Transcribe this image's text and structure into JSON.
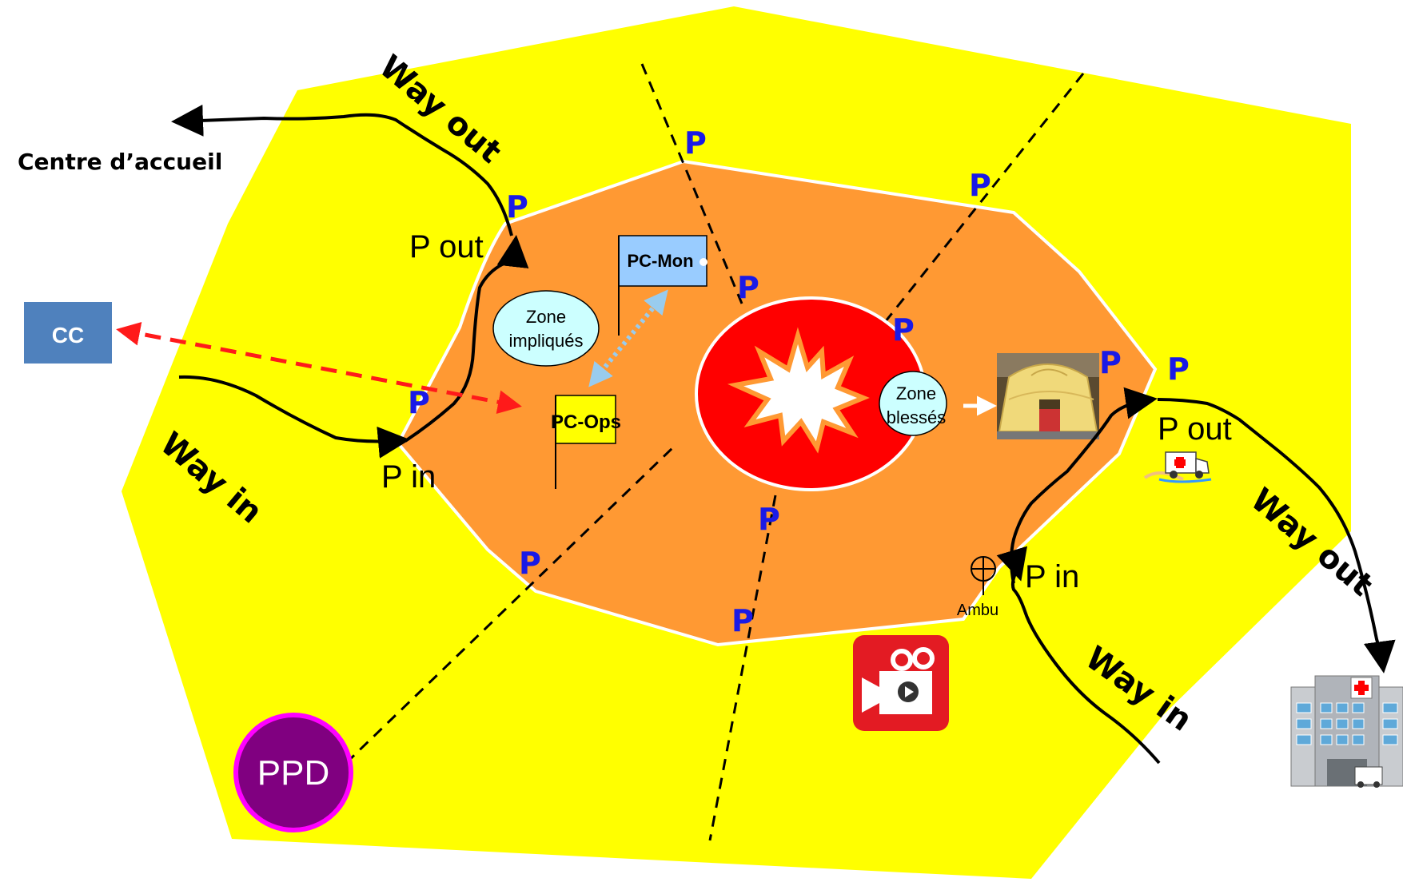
{
  "labels": {
    "centre_accueil": "Centre d’accueil",
    "cc": "CC",
    "way_out_top": "Way out",
    "way_in_left": "Way in",
    "p_out_left": "P out",
    "p_in_left": "P in",
    "zone_impliques_1": "Zone",
    "zone_impliques_2": "impliqués",
    "pc_mon": "PC-Mon",
    "pc_ops": "PC-Ops",
    "zone_blesses_1": "Zone",
    "zone_blesses_2": "blessés",
    "p_out_right": "P out",
    "p_in_right": "P in",
    "ambu": "Ambu",
    "way_out_right": "Way out",
    "way_in_right": "Way in",
    "ppd": "PPD",
    "p": "P"
  },
  "colors": {
    "outer_zone": "#ffff00",
    "middle_zone": "#ff9933",
    "inner_zone": "#ff0000",
    "cc_box": "#4f81bd",
    "pc_mon_flag": "#99ccff",
    "pc_ops_flag": "#ffff00",
    "bubble": "#ccffff",
    "ppd": "#800080",
    "ppd_border": "#ff00ff",
    "p_marker": "#1a1ae6",
    "link_red": "#ff1a1a",
    "link_blue": "#99ccee"
  },
  "icons": [
    "explosion-icon",
    "tent-icon",
    "ambulance-icon",
    "hospital-icon",
    "video-camera-icon",
    "crosshair-icon"
  ]
}
